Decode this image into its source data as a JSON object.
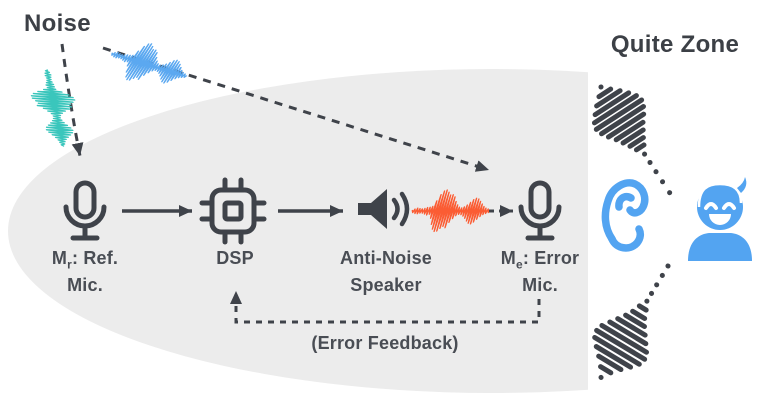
{
  "titles": {
    "noise": "Noise",
    "quiet_zone": "Quite Zone"
  },
  "nodes": {
    "ref_mic": {
      "m": "M",
      "sub": "r",
      "rest": ": Ref.",
      "line2": "Mic."
    },
    "dsp": {
      "label": "DSP"
    },
    "speaker": {
      "line1": "Anti-Noise",
      "line2": "Speaker"
    },
    "error_mic": {
      "m": "M",
      "sub": "e",
      "rest": ": Error",
      "line2": "Mic."
    }
  },
  "feedback": {
    "label": "(Error Feedback)"
  },
  "icons": {
    "ref_mic": "microphone-icon",
    "error_mic": "microphone-icon",
    "dsp": "chip-icon",
    "speaker": "speaker-icon",
    "noise_wave_teal": "waveform-icon",
    "noise_wave_blue": "waveform-icon",
    "anti_noise_wave": "waveform-icon",
    "ear": "ear-icon",
    "listener": "person-icon",
    "residual_wave_top": "hatch-wave-icon",
    "residual_wave_bottom": "hatch-wave-icon"
  },
  "colors": {
    "ink": "#3f434a",
    "text": "#494d54",
    "zone_fill": "#ececec",
    "teal": "#3ac6bc",
    "blue": "#5ba8f0",
    "orange": "#fb5c33",
    "person_blue": "#53a4f1"
  }
}
